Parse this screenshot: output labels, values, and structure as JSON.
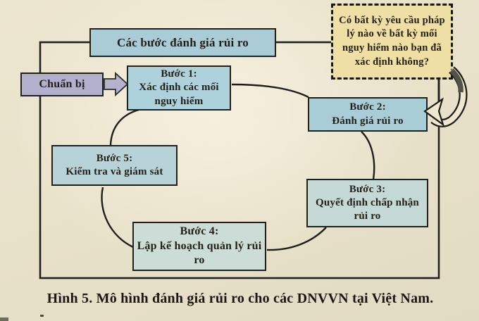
{
  "figure": {
    "caption": "Hình 5. Mô hình đánh giá rủi ro cho các DNVVN tại Việt Nam."
  },
  "diagram": {
    "title": "Các bước đánh giá rủi ro",
    "question": "Có bất kỳ yêu cầu pháp lý nào về bất kỳ mối nguy hiểm nào bạn đã xác định không?",
    "prepare_label": "Chuẩn bị",
    "steps": [
      {
        "label": "Bước 1:",
        "text": "Xác định các mối nguy hiểm"
      },
      {
        "label": "Bước 2:",
        "text": "Đánh giá rủi ro"
      },
      {
        "label": "Bước 3:",
        "text": "Quyết định chấp nhận rủi ro"
      },
      {
        "label": "Bước 4:",
        "text": "Lập kế hoạch quản lý rủi ro"
      },
      {
        "label": "Bước 5:",
        "text": "Kiểm tra và giám sát"
      }
    ]
  },
  "colors": {
    "background": "#e9e2cb",
    "step_box_fill": "#aed2db",
    "prepare_box_fill": "#b2b0cd",
    "question_box_fill": "#eedfa4",
    "line_color": "#1f1e1a",
    "arrow_fill": "#efe8cf"
  }
}
